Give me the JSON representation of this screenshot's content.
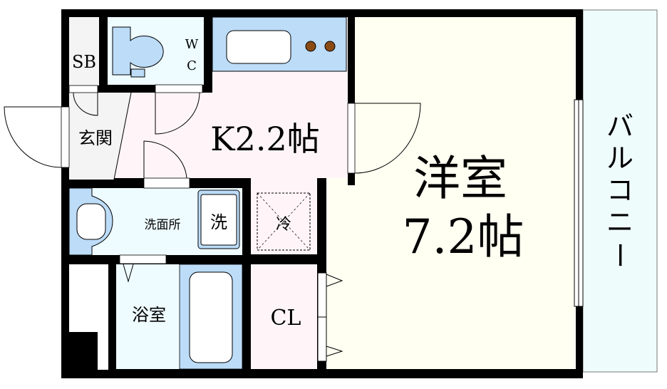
{
  "rooms": {
    "sb": "SB",
    "wc_w": "W",
    "wc_c": "C",
    "genkan": "玄関",
    "kitchen": "K2.2帖",
    "western_line1": "洋室",
    "western_line2": "7.2帖",
    "balcony": [
      "バ",
      "ル",
      "コ",
      "ニ",
      "ー"
    ],
    "washroom": "洗面所",
    "washer": "洗",
    "fridge": "冷",
    "bath": "浴室",
    "closet": "CL"
  },
  "colors": {
    "wall": "#000000",
    "water_area": "#bcdcf8",
    "light_water": "#eefbff",
    "kitchen_floor": "#fff5f9",
    "western_floor": "#fffff2",
    "genkan_floor": "#f4f4f4",
    "balcony": "#effcfc",
    "stove_burner": "#8b4a12"
  }
}
